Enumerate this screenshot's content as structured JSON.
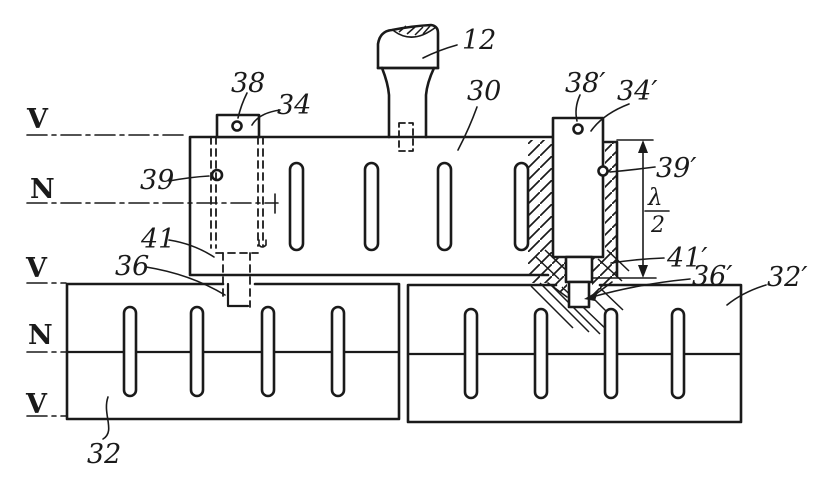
{
  "figure": {
    "kind": "patent-line-drawing",
    "parts": {
      "p12": "12",
      "p30": "30",
      "p32": "32",
      "p32p": "32′",
      "p34": "34",
      "p34p": "34′",
      "p36": "36",
      "p36p": "36′",
      "p38": "38",
      "p38p": "38′",
      "p39": "39",
      "p39p": "39′",
      "p41": "41",
      "p41p": "41′"
    },
    "rails": [
      "V",
      "N",
      "V",
      "N",
      "V"
    ],
    "dimension": {
      "numerator": "λ",
      "denominator": "2"
    },
    "colors": {
      "ink": "#1a1a1a",
      "paper": "#ffffff"
    }
  }
}
